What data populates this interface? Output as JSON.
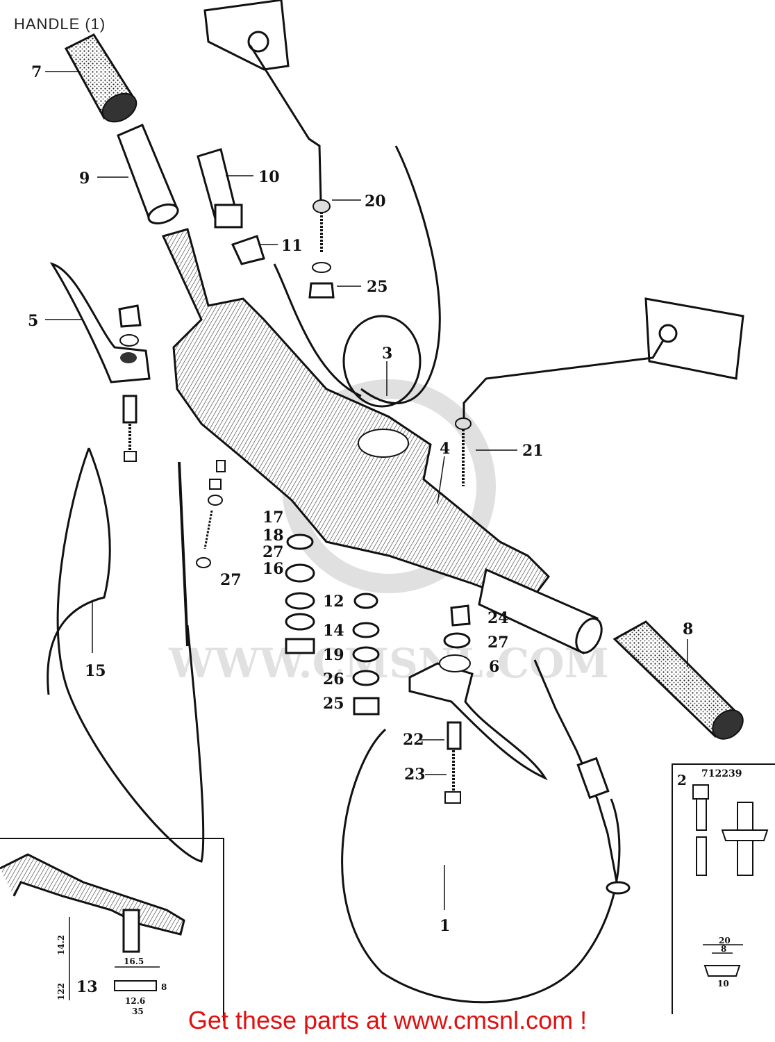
{
  "header": {
    "title": "HANDLE (1)"
  },
  "footer": {
    "text": "Get these parts at www.cmsnl.com !"
  },
  "inset_right": {
    "code": "712239",
    "label": "2",
    "dims": [
      "20",
      "8",
      "10"
    ]
  },
  "inset_left": {
    "label": "13",
    "dims": [
      "14.2",
      "16.5",
      "12.6",
      "35",
      "122",
      "8"
    ]
  },
  "callouts": [
    "7",
    "9",
    "10",
    "11",
    "20",
    "25",
    "5",
    "3",
    "4",
    "21",
    "17",
    "18",
    "27",
    "16",
    "27",
    "12",
    "14",
    "19",
    "26",
    "25",
    "24",
    "27",
    "6",
    "8",
    "15",
    "22",
    "23",
    "1"
  ],
  "watermark": "WWW.CMSNL.COM"
}
